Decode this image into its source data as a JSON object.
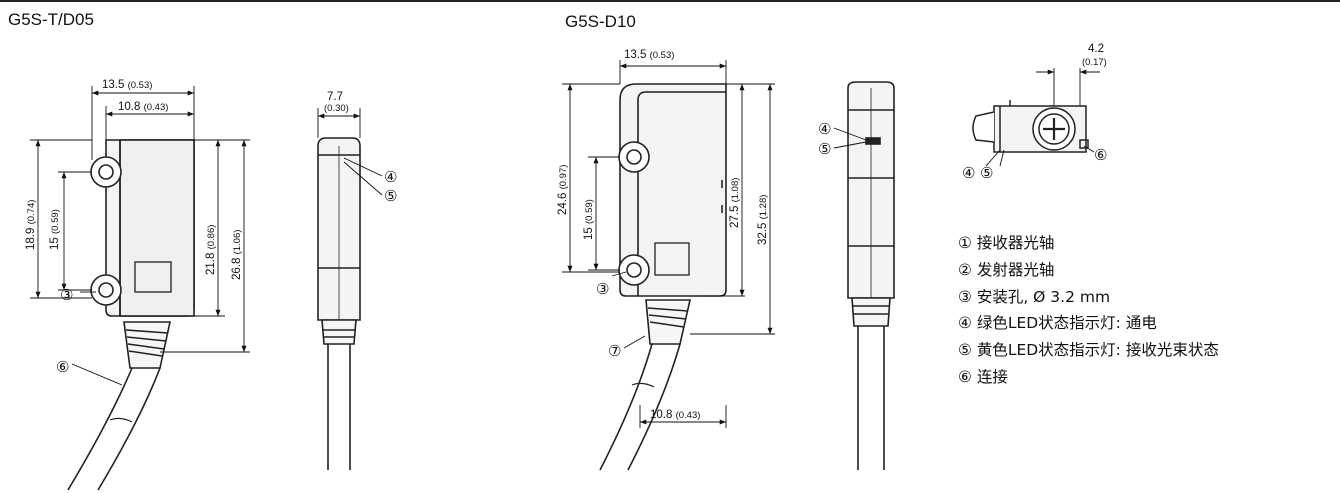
{
  "headings": {
    "left": "G5S-T/D05",
    "right": "G5S-D10"
  },
  "left_view": {
    "dims": {
      "width_outer": "13.5",
      "width_outer_in": "(0.53)",
      "width_inner": "10.8",
      "width_inner_in": "(0.43)",
      "h_189": "18.9",
      "h_189_in": "(0.74)",
      "h_15": "15",
      "h_15_in": "(0.59)",
      "h_218": "21.8",
      "h_218_in": "(0.86)",
      "h_268": "26.8",
      "h_268_in": "(1.06)"
    },
    "callouts": {
      "c3": "③",
      "c6": "⑥"
    }
  },
  "left_side": {
    "dims": {
      "depth": "7.7",
      "depth_in": "(0.30)"
    },
    "callouts": {
      "c4": "④",
      "c5": "⑤"
    }
  },
  "right_view": {
    "dims": {
      "width_outer": "13.5",
      "width_outer_in": "(0.53)",
      "h_246": "24.6",
      "h_246_in": "(0.97)",
      "h_15": "15",
      "h_15_in": "(0.59)",
      "h_275": "27.5",
      "h_275_in": "(1.08)",
      "h_325": "32.5",
      "h_325_in": "(1.28)",
      "bottom_width": "10.8",
      "bottom_width_in": "(0.43)"
    },
    "callouts": {
      "c3": "③",
      "c7": "⑦"
    }
  },
  "right_side": {
    "callouts": {
      "c4": "④",
      "c5": "⑤"
    }
  },
  "right_top": {
    "dims": {
      "offset": "4.2",
      "offset_in": "(0.17)"
    },
    "callouts": {
      "c4": "④",
      "c5": "⑤",
      "c6": "⑥"
    }
  },
  "legend": [
    "① 接收器光轴",
    "② 发射器光轴",
    "③ 安装孔, Ø 3.2 mm",
    "④ 绿色LED状态指示灯: 通电",
    "⑤ 黄色LED状态指示灯: 接收光束状态",
    "⑥ 连接"
  ]
}
